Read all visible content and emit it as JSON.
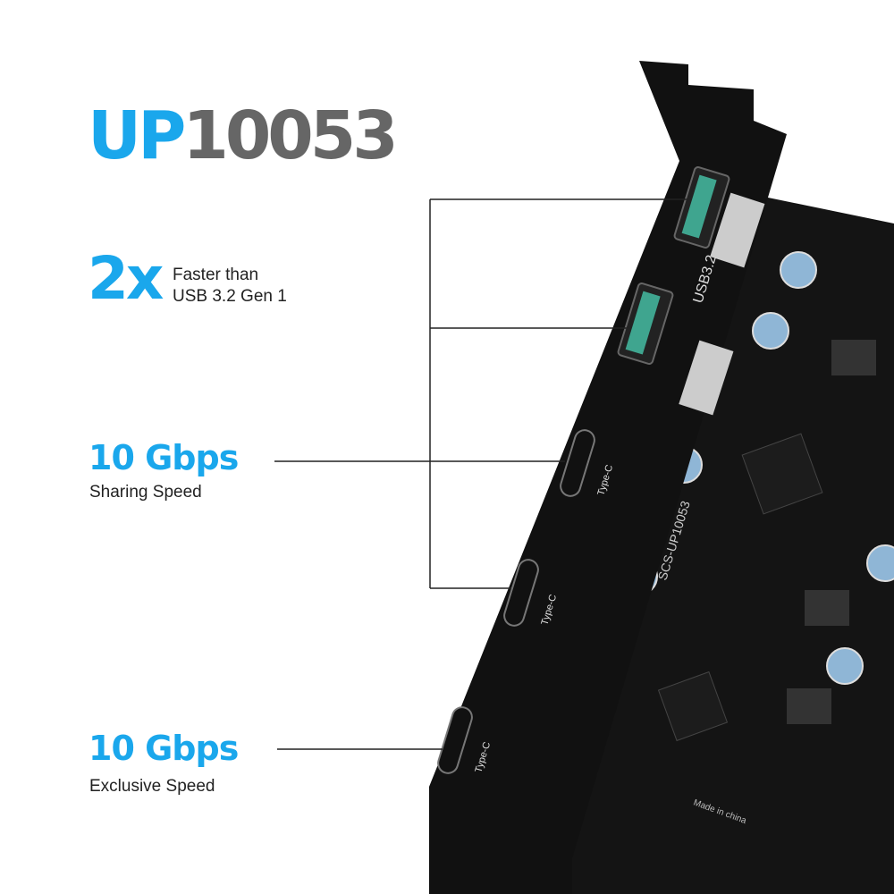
{
  "title": {
    "prefix": "UP",
    "model": "10053"
  },
  "features": [
    {
      "headline": "2x",
      "line1": "Faster  than",
      "line2": "USB 3.2 Gen 1"
    },
    {
      "headline": "10 Gbps",
      "caption": "Sharing Speed"
    },
    {
      "headline": "10 Gbps",
      "caption": "Exclusive Speed"
    }
  ],
  "card_labels": {
    "usb_a": "USB3.2",
    "type_c": "Type-C",
    "pcb_model": "SCS-UP10053",
    "made_in": "Made in china"
  },
  "colors": {
    "accent": "#1aa7ec",
    "model_gray": "#666666",
    "bracket": "#111111",
    "port_teal": "#3fa58f"
  }
}
